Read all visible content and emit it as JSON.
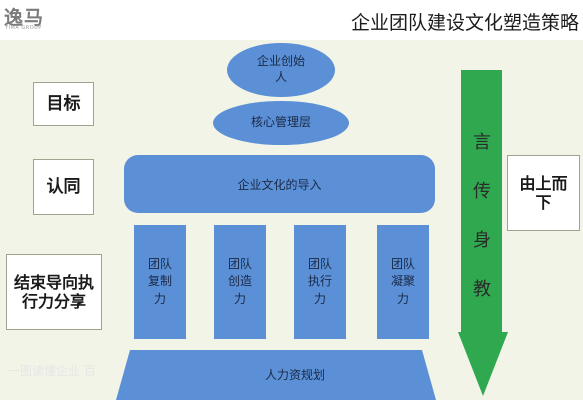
{
  "header": {
    "logo_text": "逸马",
    "logo_sub": "YIMA GROUP",
    "title": "企业团队建设文化塑造策略"
  },
  "left_labels": {
    "goal": "目标",
    "identity": "认同",
    "execution": "结束导向执行力分享"
  },
  "right_label": "由上而下",
  "pyramid": {
    "founder": "企业创始人",
    "core": "核心管理层",
    "leader": "企业文化的导入",
    "pillars": [
      "团队复制力",
      "团队创造力",
      "团队执行力",
      "团队凝聚力"
    ],
    "base": "人力资规划"
  },
  "arrow_text": [
    "言",
    "传",
    "身",
    "教"
  ],
  "watermark": "一图读懂企业 百",
  "colors": {
    "blue": "#5b8fd6",
    "arrow_green": "#2fa84f",
    "background": "#f1f4e6"
  }
}
